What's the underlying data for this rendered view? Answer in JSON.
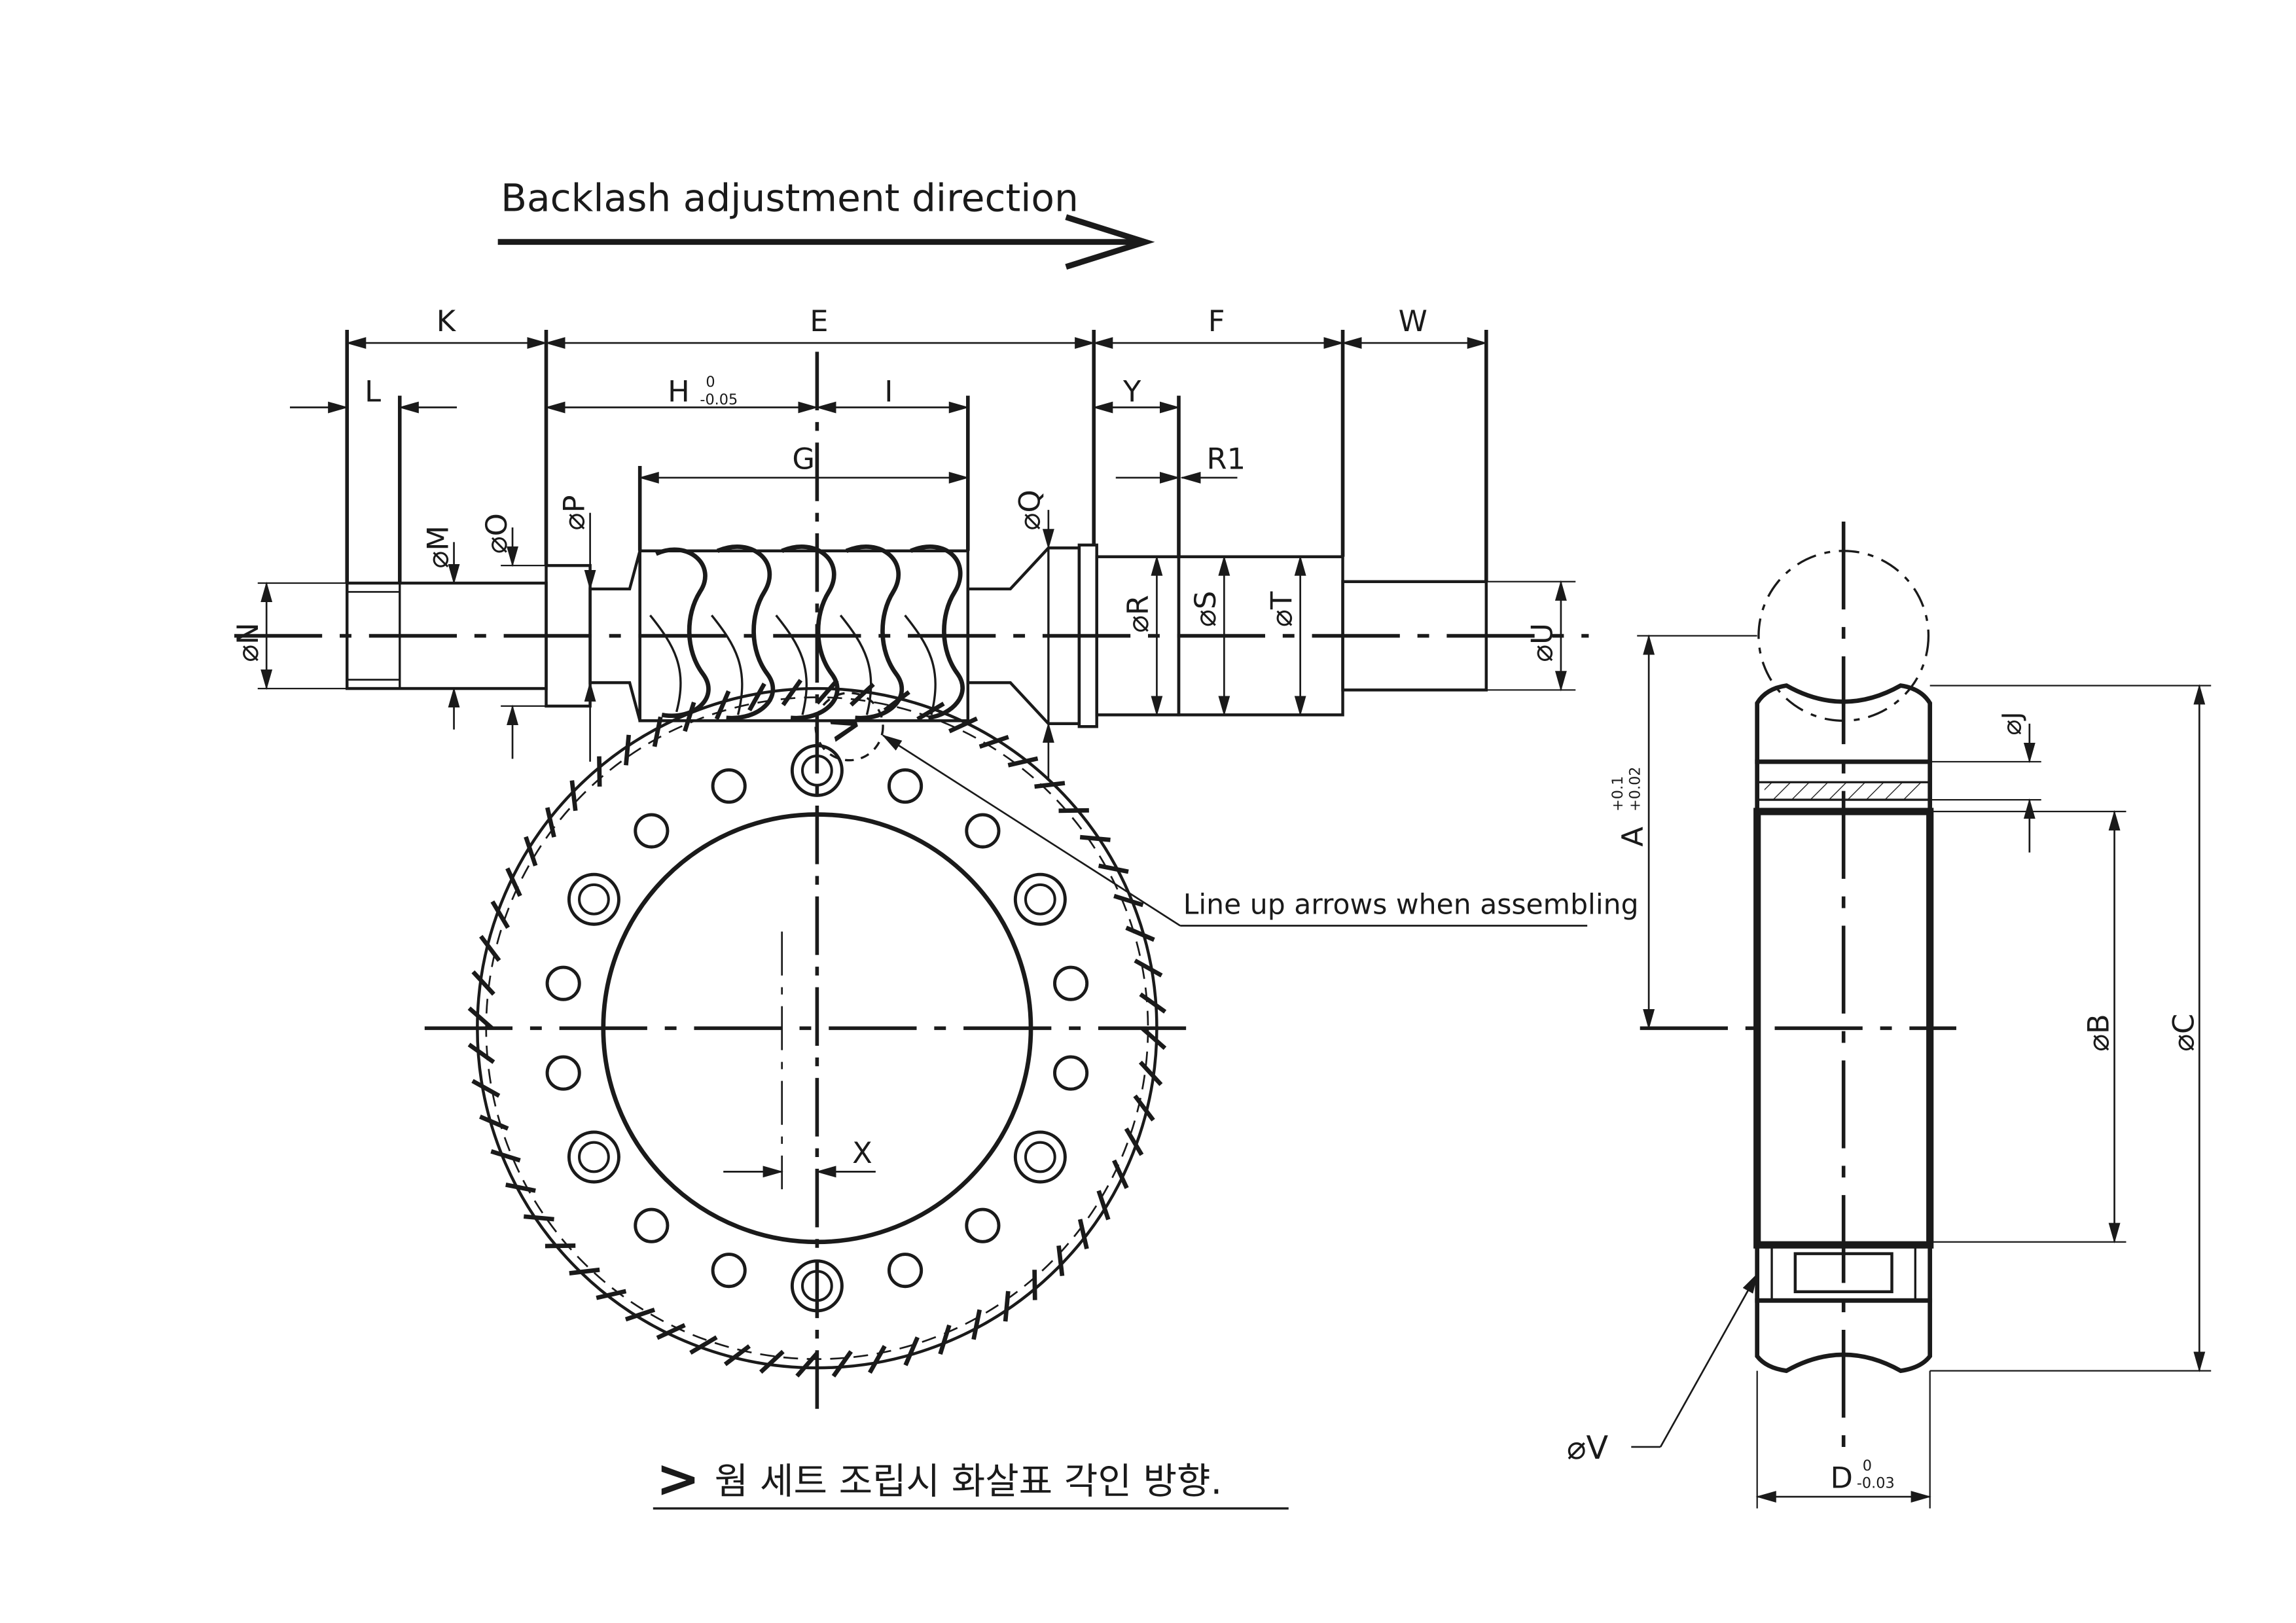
{
  "title": "Backlash adjustment direction",
  "callout": "Line up arrows when assembling",
  "footnote": {
    "symbol": ">",
    "text": "웜 세트 조립시 화살표 각인 방향."
  },
  "dims": {
    "K": "K",
    "E": "E",
    "F": "F",
    "W": "W",
    "L": "L",
    "Y": "Y",
    "I": "I",
    "G": "G",
    "H": "H",
    "H_tol_upper": "0",
    "H_tol_lower": "-0.05",
    "R1": "R1",
    "X": "X",
    "M": "⌀M",
    "O": "⌀O",
    "P": "⌀P",
    "Q": "⌀Q",
    "N": "⌀N",
    "R": "⌀R",
    "S": "⌀S",
    "T": "⌀T",
    "U": "⌀U",
    "A": "A",
    "A_tol_upper": "+0.1",
    "A_tol_lower": "+0.02",
    "B": "⌀B",
    "C": "⌀C",
    "J": "⌀J",
    "V": "⌀V",
    "D": "D",
    "D_tol_upper": "0",
    "D_tol_lower": "-0.03"
  },
  "colors": {
    "ink": "#1a1a1a",
    "paper": "#ffffff"
  }
}
